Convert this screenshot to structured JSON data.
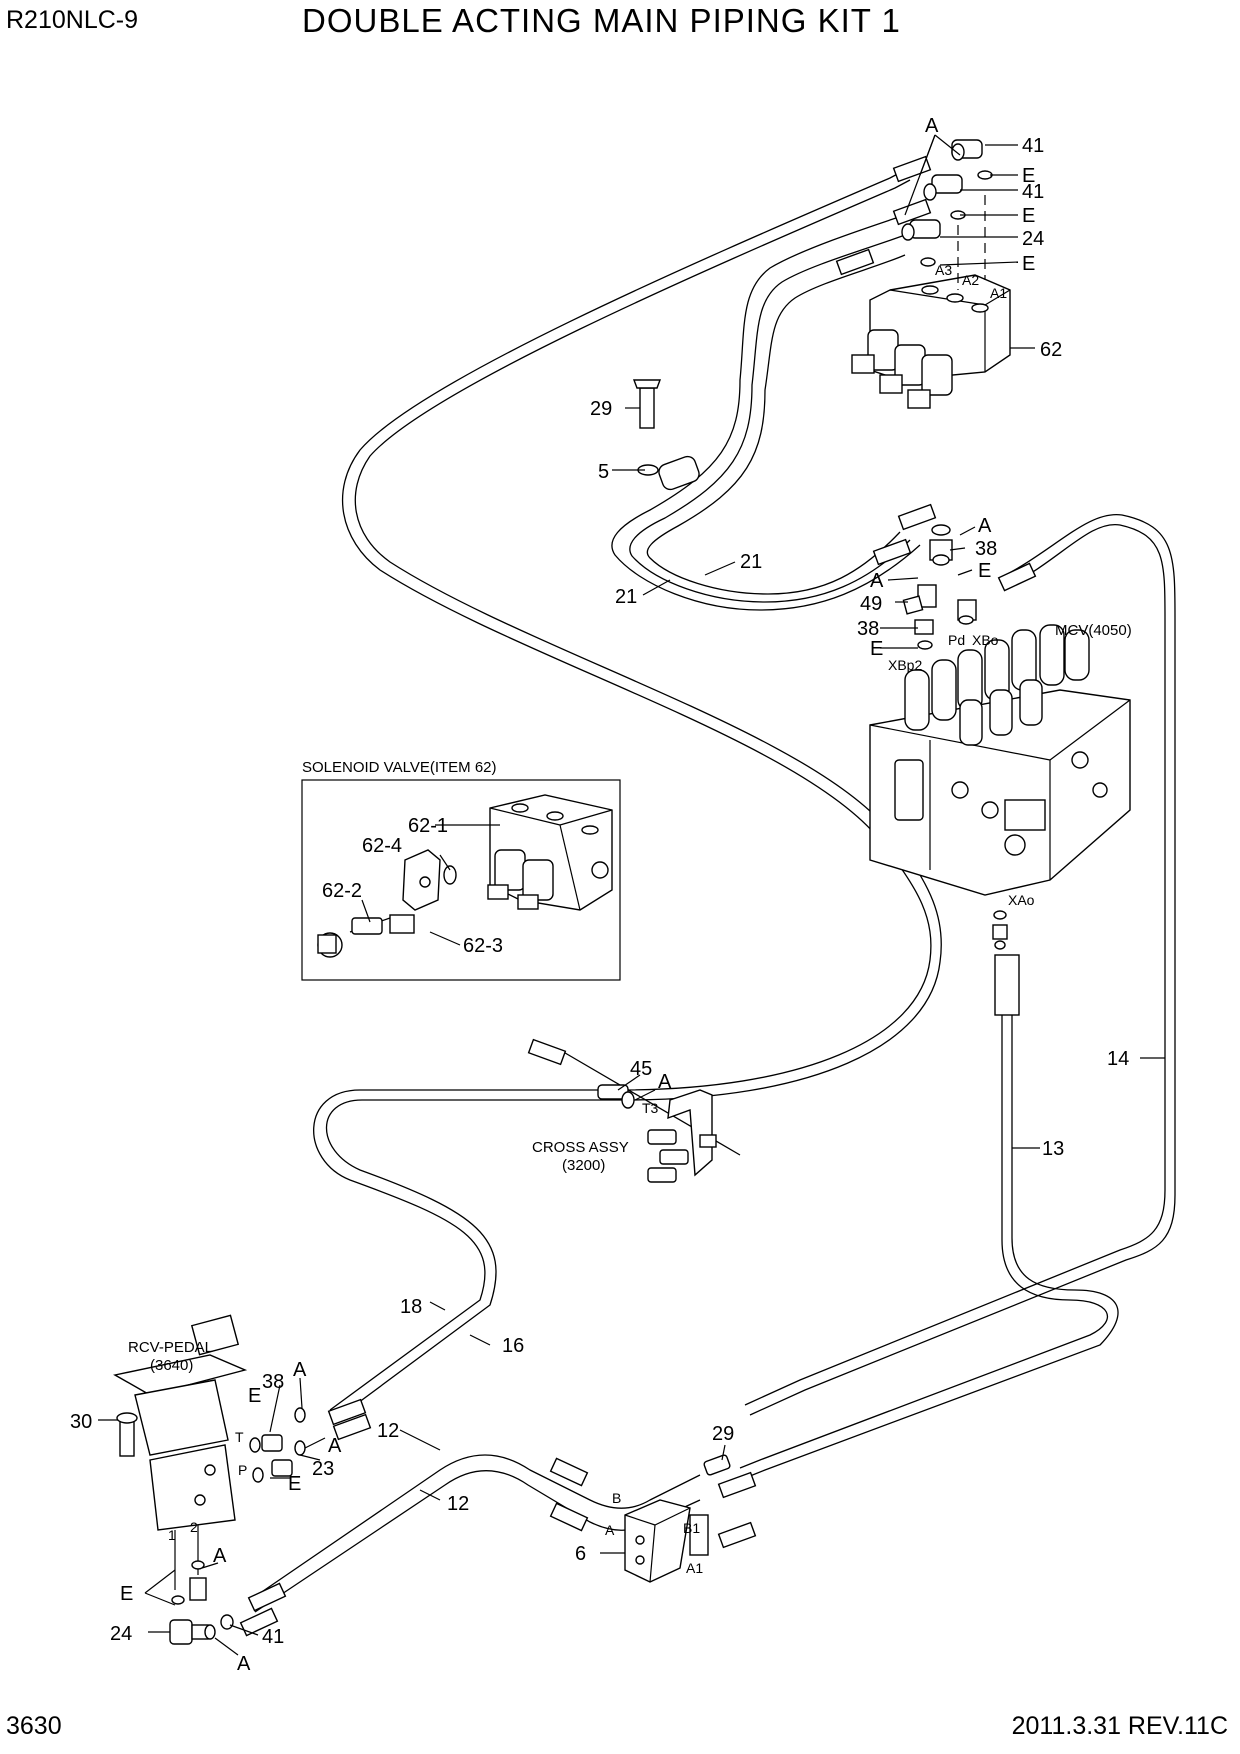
{
  "header": {
    "model": "R210NLC-9",
    "title": "DOUBLE ACTING MAIN PIPING KIT 1"
  },
  "footer": {
    "page": "3630",
    "revision": "2011.3.31 REV.11C"
  },
  "inset": {
    "title": "SOLENOID VALVE(ITEM 62)",
    "labels": [
      "62-1",
      "62-4",
      "62-2",
      "62-3"
    ]
  },
  "components": {
    "mcv": "MCV(4050)",
    "cross_assy": "CROSS ASSY",
    "cross_assy_no": "(3200)",
    "rcv_pedal": "RCV-PEDAL",
    "rcv_pedal_no": "(3640)"
  },
  "callouts": {
    "c41a": "41",
    "c41b": "41",
    "cEa": "E",
    "cEb": "E",
    "c24a": "24",
    "cEc": "E",
    "cAtop": "A",
    "c62": "62",
    "c29a": "29",
    "c5": "5",
    "c21a": "21",
    "c21b": "21",
    "cAm1": "A",
    "c38a": "38",
    "cEm1": "E",
    "cAm2": "A",
    "c49": "49",
    "c38b": "38",
    "cEm2": "E",
    "c14": "14",
    "c13": "13",
    "c45": "45",
    "cAx": "A",
    "c18": "18",
    "c16": "16",
    "c38c": "38",
    "cAp1": "A",
    "cEp1": "E",
    "cAp2": "A",
    "c23": "23",
    "cEp2": "E",
    "c30": "30",
    "c12a": "12",
    "c12b": "12",
    "c29b": "29",
    "c6": "6",
    "cAp3": "A",
    "cEp3": "E",
    "c24b": "24",
    "c41c": "41",
    "cAp4": "A"
  },
  "port_labels": {
    "A3": "A3",
    "A2": "A2",
    "A1": "A1",
    "Pd": "Pd",
    "XBo": "XBo",
    "XBp2": "XBp2",
    "XAo": "XAo",
    "T3": "T3",
    "T": "T",
    "P": "P",
    "p1": "1",
    "p2": "2",
    "B": "B",
    "A": "A",
    "B1": "B1",
    "A1b": "A1"
  }
}
